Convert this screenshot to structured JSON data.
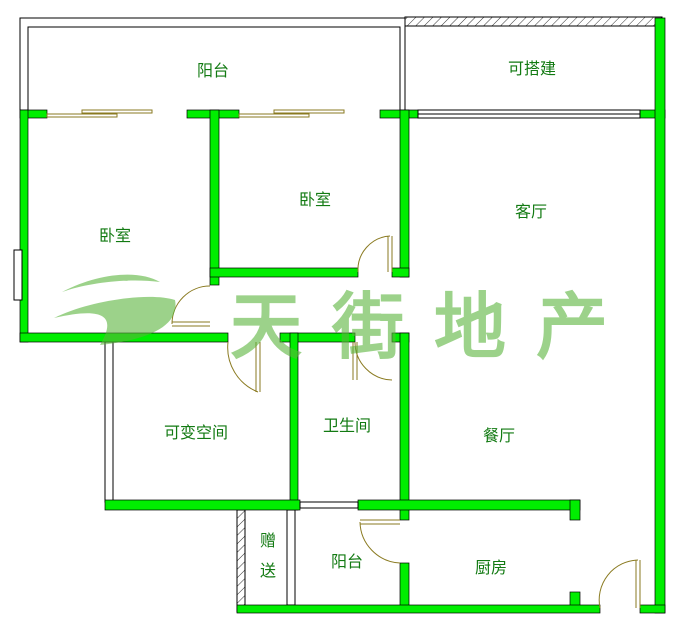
{
  "rooms": {
    "balcony_top": "阳台",
    "buildable": "可搭建",
    "bedroom_left": "卧室",
    "bedroom_mid": "卧室",
    "living_room": "客厅",
    "flex_space": "可变空间",
    "bathroom": "卫生间",
    "dining_room": "餐厅",
    "gift": "赠送",
    "balcony_bottom": "阳台",
    "kitchen": "厨房"
  },
  "watermark": {
    "text": "天街地产"
  },
  "colors": {
    "wall": "#00ee00",
    "label": "#127a12",
    "door": "#8a7a20"
  }
}
